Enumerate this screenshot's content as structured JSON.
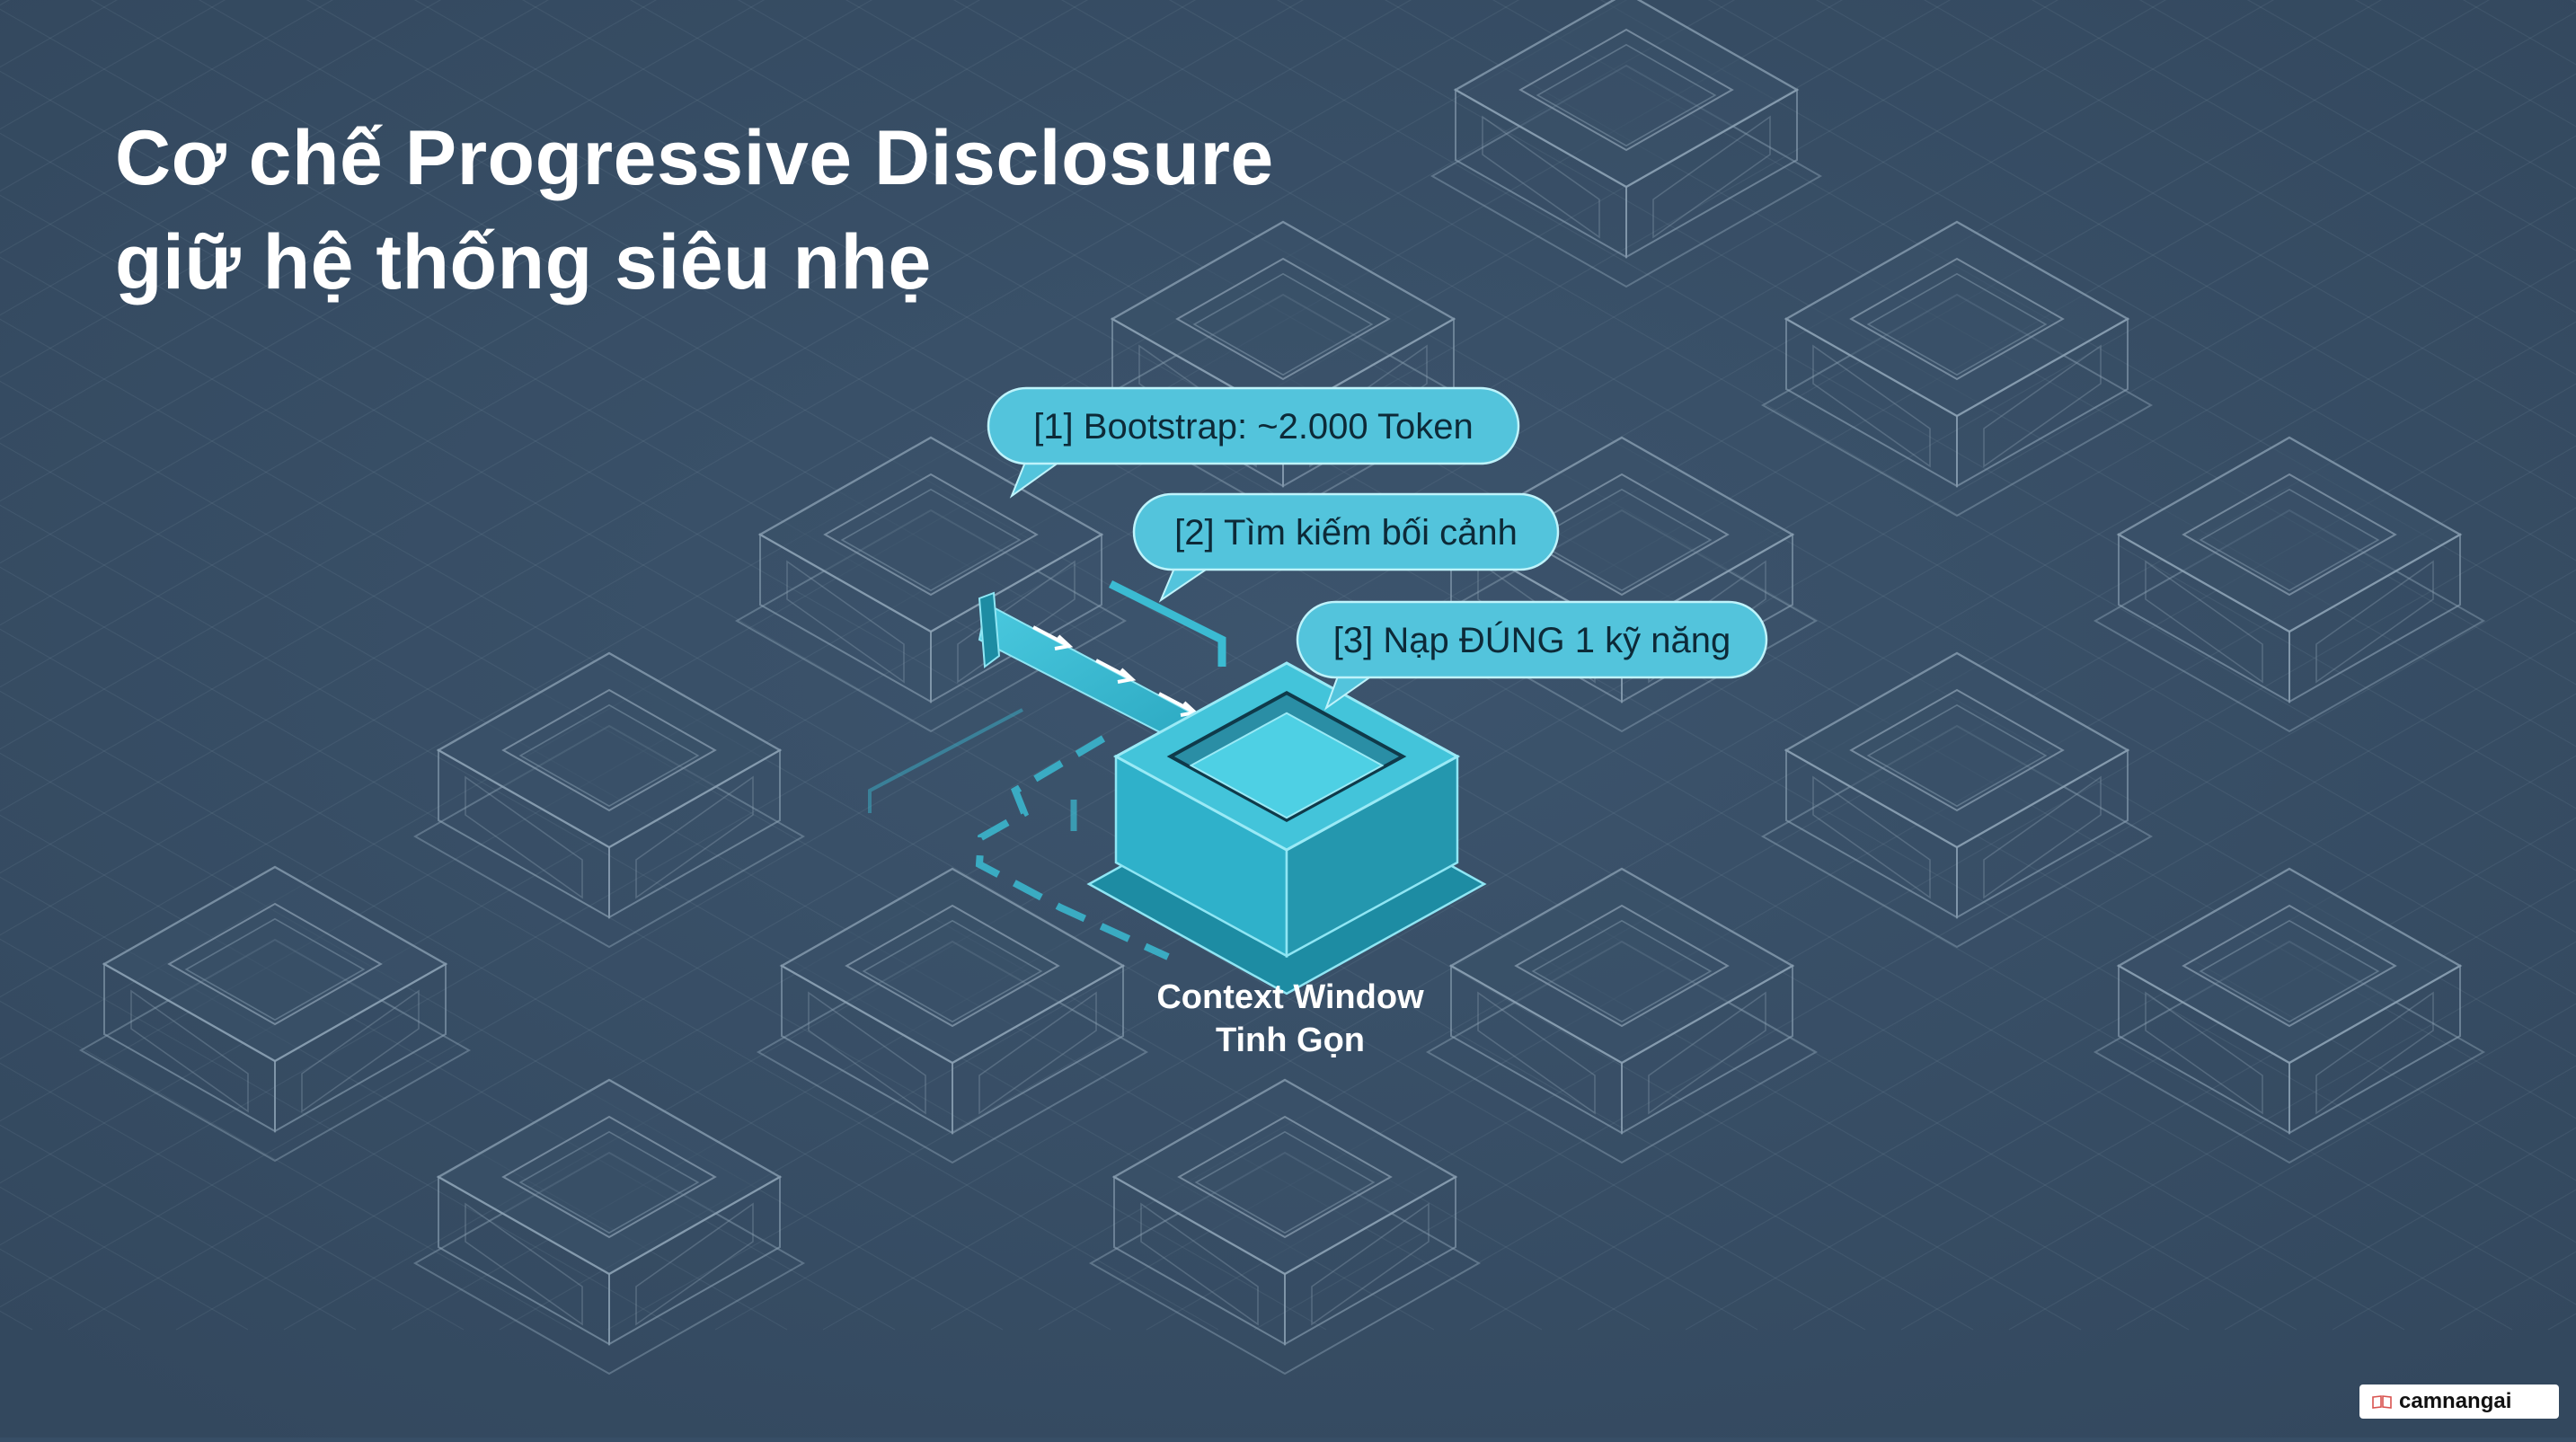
{
  "slide": {
    "title_line1": "Cơ chế Progressive Disclosure",
    "title_line2": "giữ hệ thống siêu nhẹ"
  },
  "callouts": [
    {
      "id": "bootstrap",
      "label": "[1] Bootstrap: ~2.000 Token"
    },
    {
      "id": "search",
      "label": "[2] Tìm kiếm bối cảnh"
    },
    {
      "id": "load",
      "label": "[3] Nạp ĐÚNG 1 kỹ năng"
    }
  ],
  "core": {
    "label_line1": "Context Window",
    "label_line2": "Tinh Gọn"
  },
  "watermark": {
    "text": "camnangai",
    "icon": "book-icon"
  },
  "colors": {
    "background": "#374e66",
    "accent": "#3bbbd2",
    "accent_dark": "#1d8ca3",
    "wireframe": "#8ea3b5",
    "callout_fill": "#53c4dc"
  }
}
